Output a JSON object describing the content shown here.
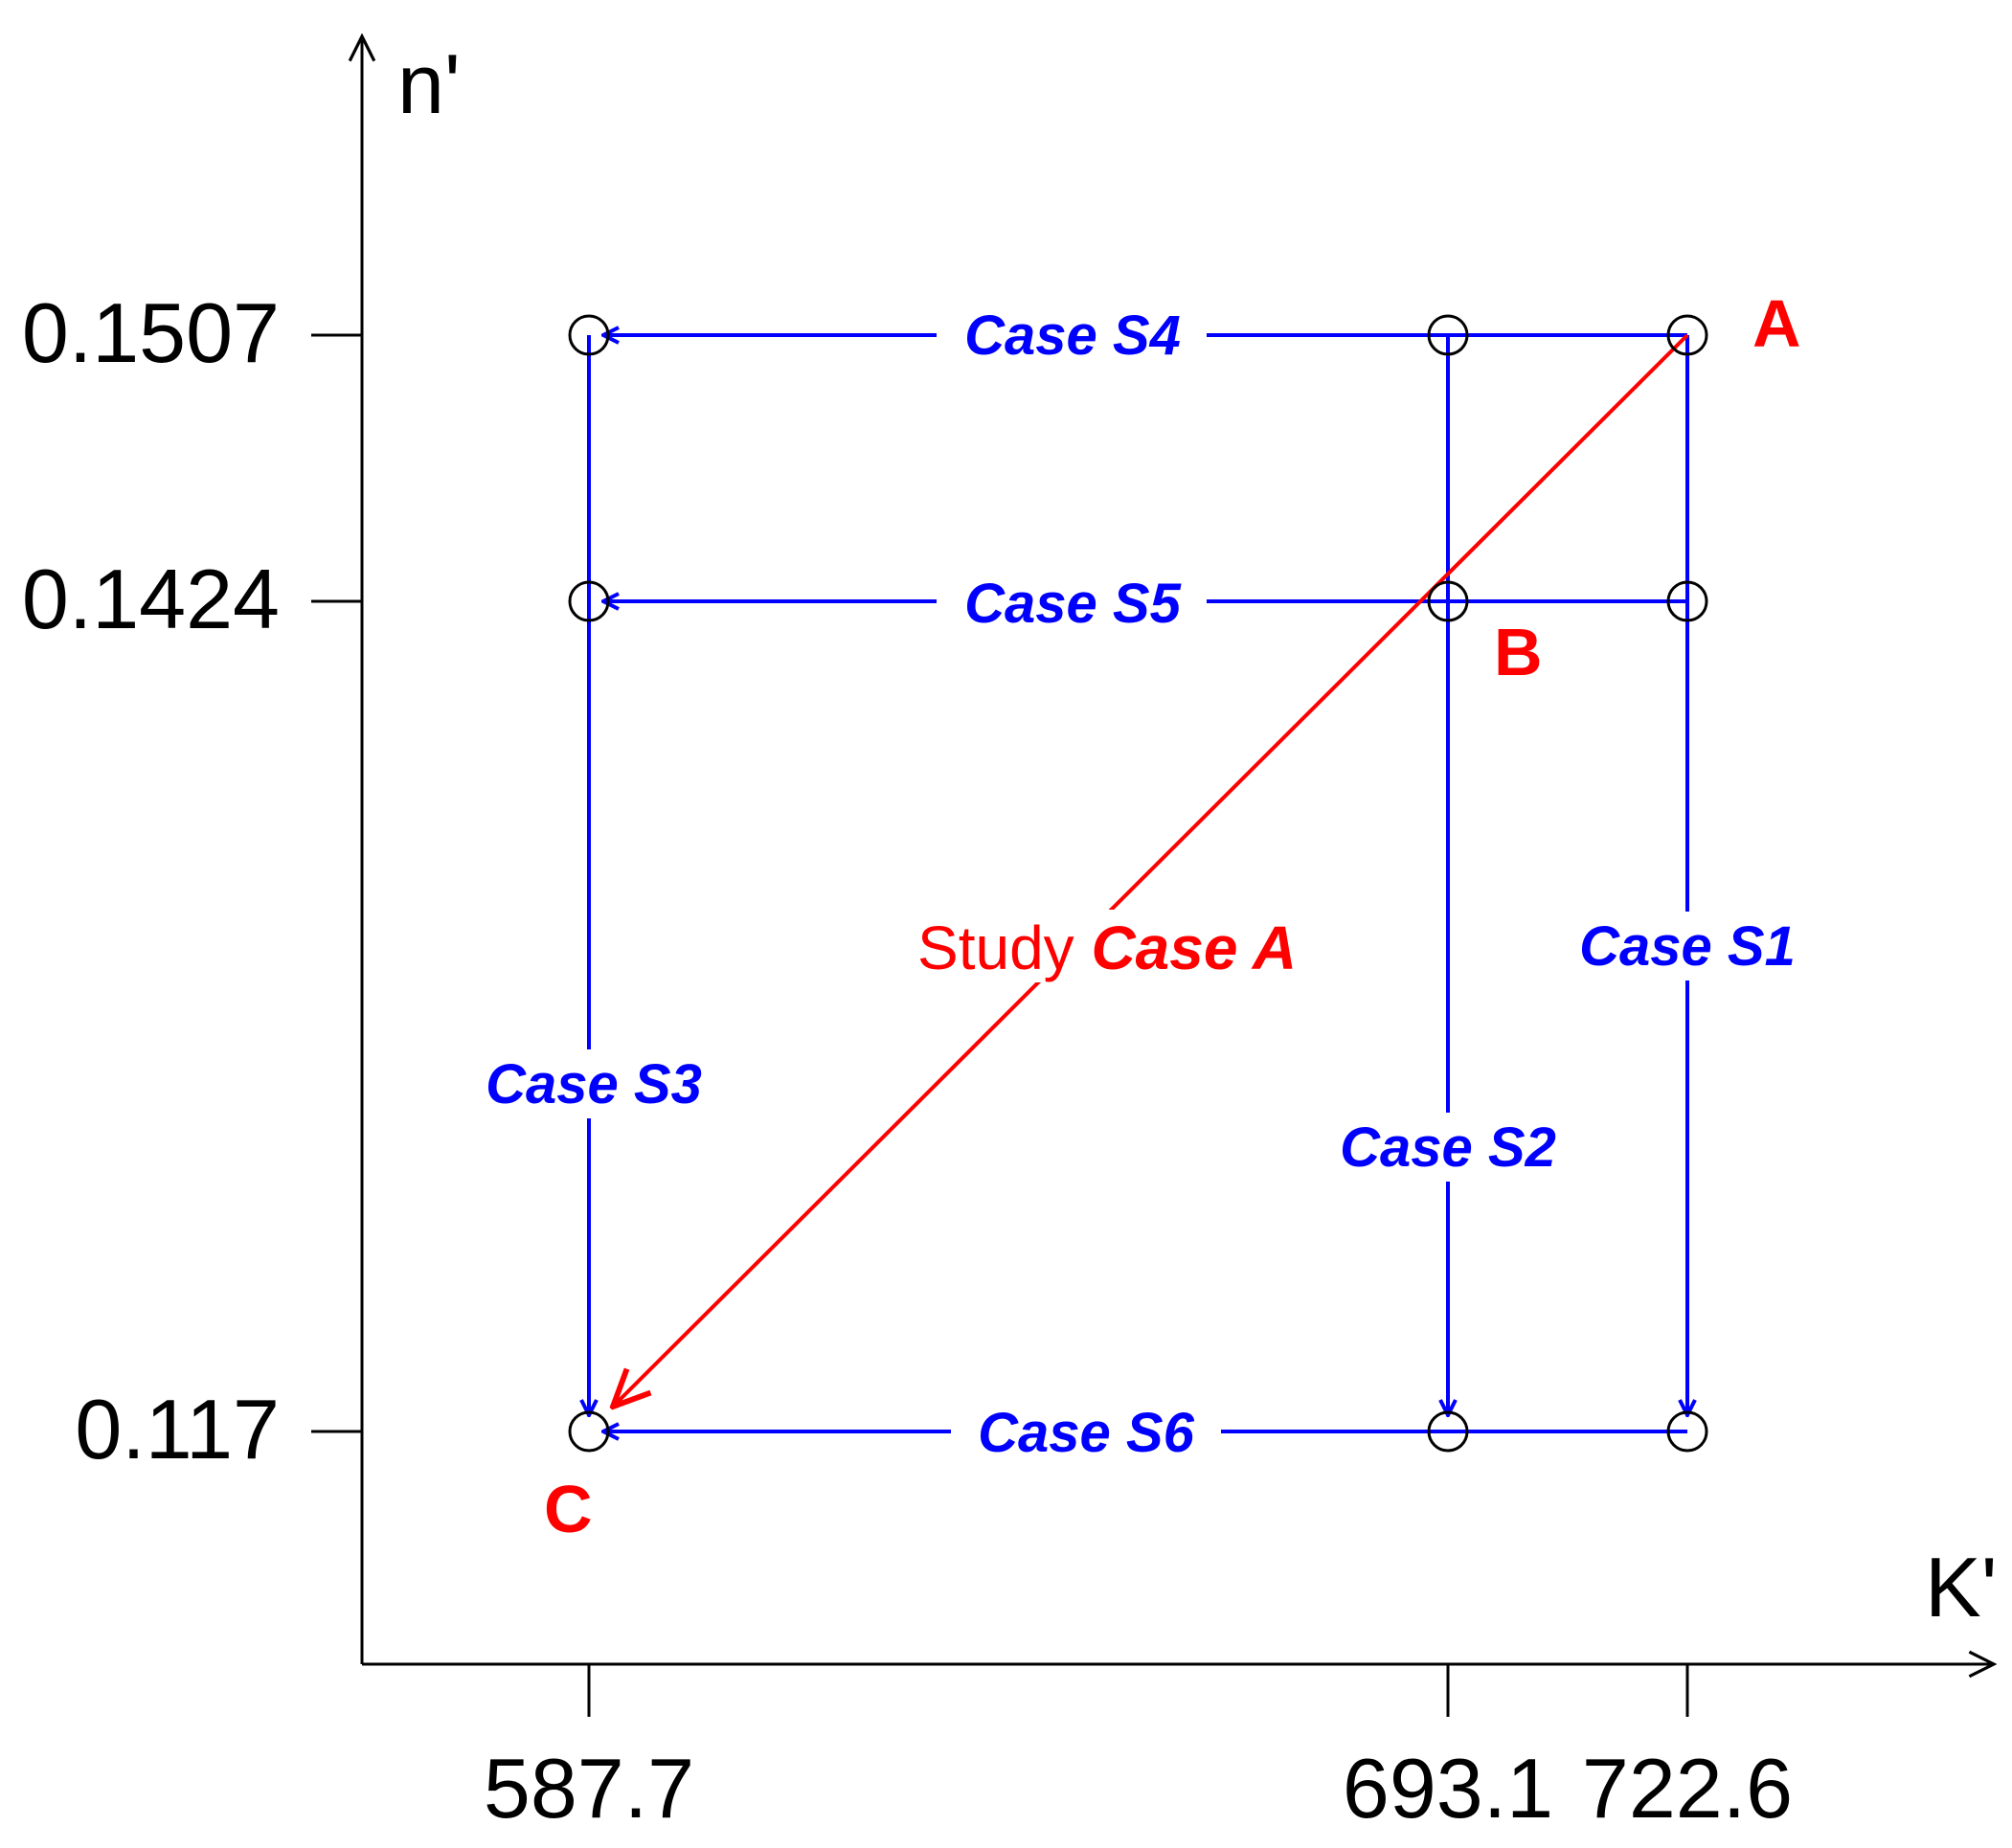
{
  "axes": {
    "x_label": "K'",
    "y_label": "n'",
    "x_ticks": [
      "587.7",
      "693.1",
      "722.6"
    ],
    "y_ticks": [
      "0.1507",
      "0.1424",
      "0.117"
    ]
  },
  "points": {
    "A": "A",
    "B": "B",
    "C": "C"
  },
  "cases": {
    "s1": "Case S1",
    "s2": "Case S2",
    "s3": "Case S3",
    "s4": "Case S4",
    "s5": "Case S5",
    "s6": "Case S6"
  },
  "study": {
    "prefix": "Study ",
    "case": "Case A"
  },
  "colors": {
    "axis": "#000000",
    "blue": "#0000ff",
    "red": "#ff0000"
  }
}
